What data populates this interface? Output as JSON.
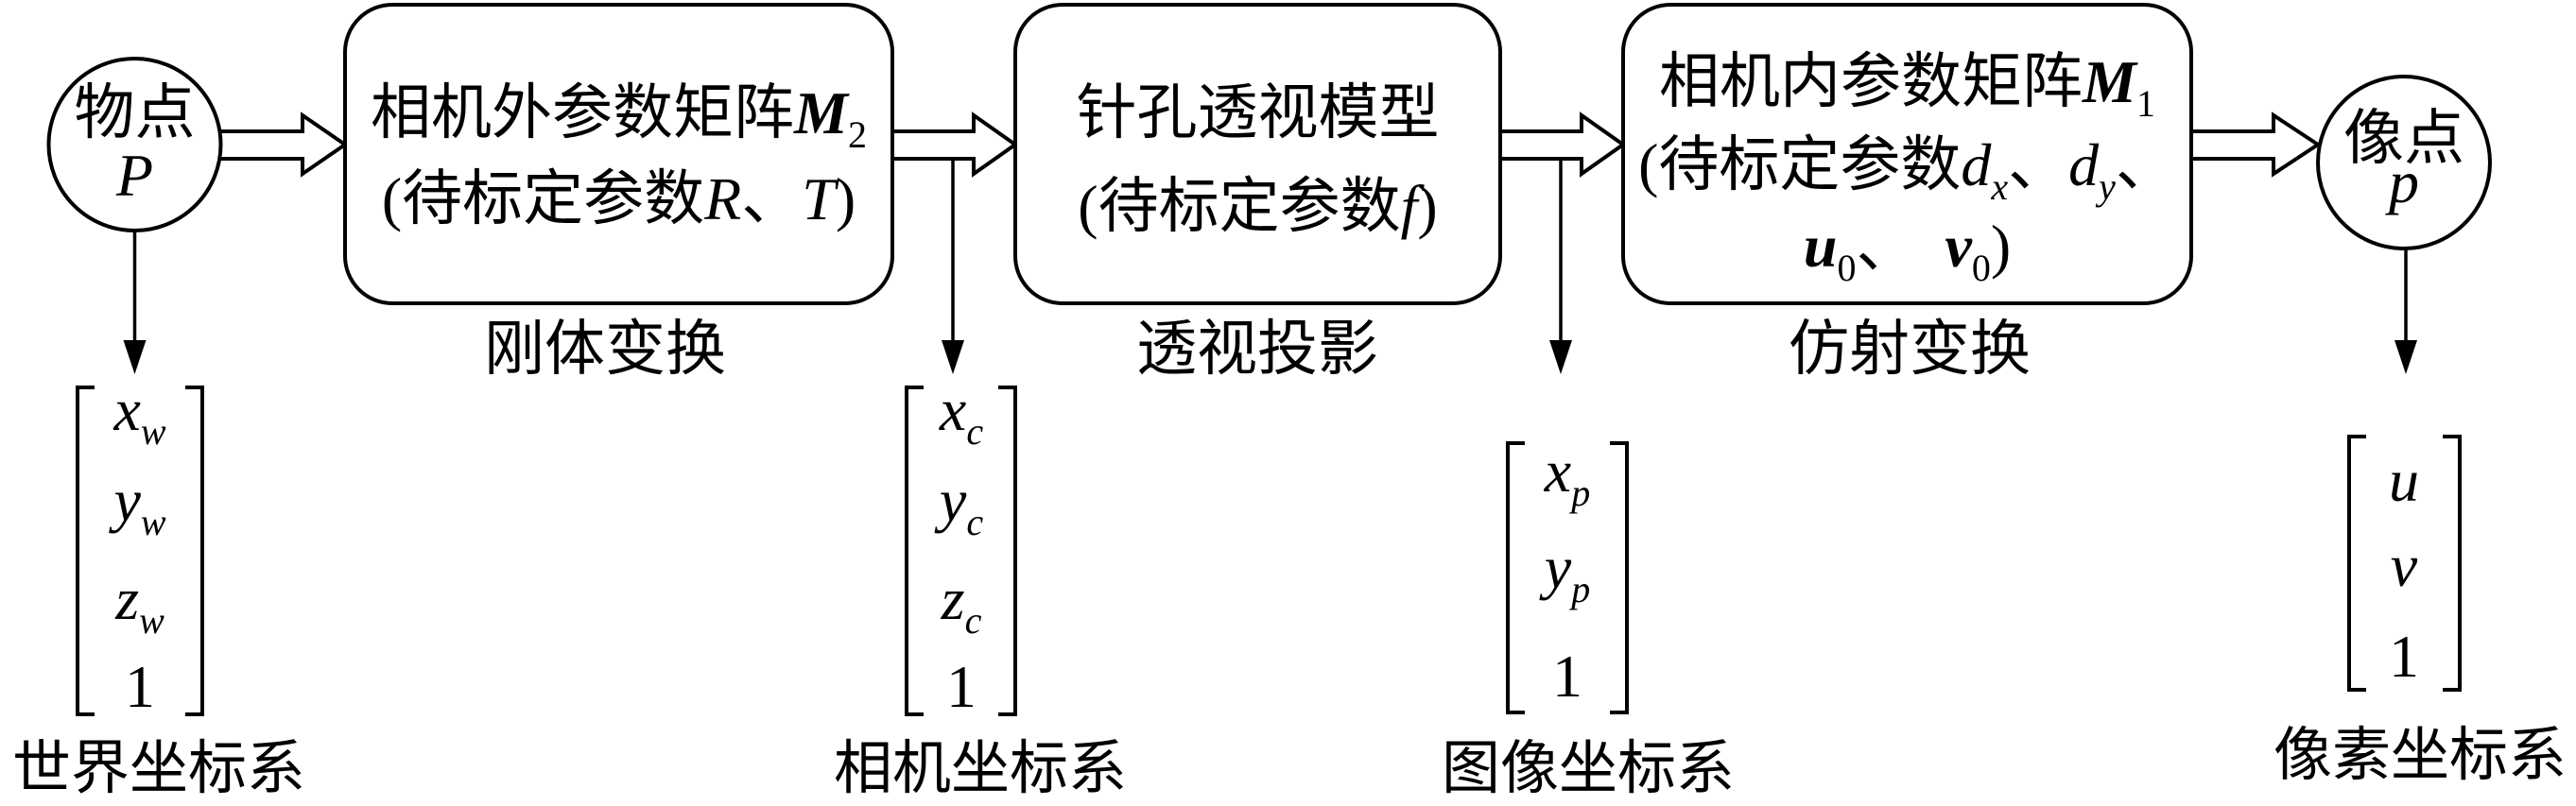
{
  "colors": {
    "line": "#000000",
    "background": "#ffffff"
  },
  "object_point": {
    "label": "物点",
    "symbol": "P"
  },
  "image_point": {
    "label": "像点",
    "symbol": "p"
  },
  "stages": {
    "extrinsic": {
      "title": "相机外参数矩阵",
      "matrix": {
        "symbol": "M",
        "subscript": "2"
      },
      "params_open": "(待标定参数",
      "params": [
        "R",
        "T"
      ],
      "separator": "、",
      "params_close": ")",
      "transform": "刚体变换"
    },
    "pinhole": {
      "title": "针孔透视模型",
      "params_open": "(待标定参数",
      "params": [
        "f"
      ],
      "params_close": ")",
      "transform": "透视投影"
    },
    "intrinsic": {
      "title": "相机内参数矩阵",
      "matrix": {
        "symbol": "M",
        "subscript": "1"
      },
      "params_open": "(待标定参数",
      "params": [
        {
          "symbol": "d",
          "subscript": "x"
        },
        {
          "symbol": "d",
          "subscript": "y"
        },
        {
          "symbol": "u",
          "subscript": "0"
        },
        {
          "symbol": "v",
          "subscript": "0"
        }
      ],
      "separator": "、",
      "params_close": ")",
      "transform": "仿射变换"
    }
  },
  "coordinate_systems": [
    {
      "name": "世界坐标系",
      "vector": [
        {
          "symbol": "x",
          "subscript": "w"
        },
        {
          "symbol": "y",
          "subscript": "w"
        },
        {
          "symbol": "z",
          "subscript": "w"
        },
        {
          "symbol": "1"
        }
      ]
    },
    {
      "name": "相机坐标系",
      "vector": [
        {
          "symbol": "x",
          "subscript": "c"
        },
        {
          "symbol": "y",
          "subscript": "c"
        },
        {
          "symbol": "z",
          "subscript": "c"
        },
        {
          "symbol": "1"
        }
      ]
    },
    {
      "name": "图像坐标系",
      "vector": [
        {
          "symbol": "x",
          "subscript": "p"
        },
        {
          "symbol": "y",
          "subscript": "p"
        },
        {
          "symbol": "1"
        }
      ]
    },
    {
      "name": "像素坐标系",
      "vector": [
        {
          "symbol": "u"
        },
        {
          "symbol": "v"
        },
        {
          "symbol": "1"
        }
      ]
    }
  ]
}
